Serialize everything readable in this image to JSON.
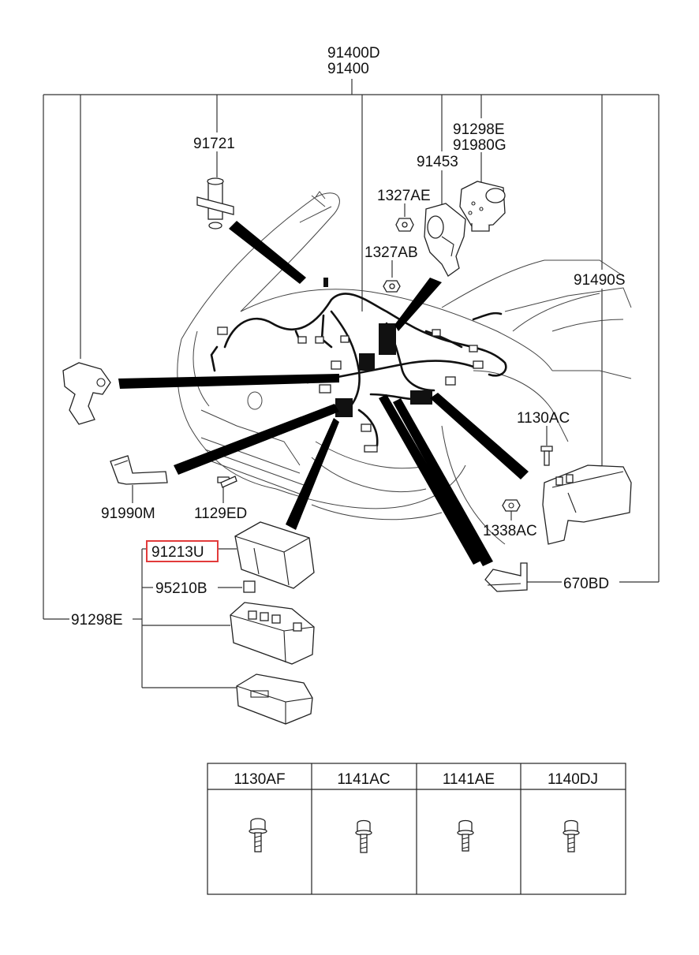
{
  "labels": {
    "p91400d": "91400D",
    "p91400": "91400",
    "p91721": "91721",
    "p91298e_top": "91298E",
    "p91980g": "91980G",
    "p91453": "91453",
    "p1327ae": "1327AE",
    "p1327ab": "1327AB",
    "p91490s": "91490S",
    "p1130ac": "1130AC",
    "p91990m": "91990M",
    "p1129ed": "1129ED",
    "p1338ac": "1338AC",
    "p91213u": "91213U",
    "p95210b": "95210B",
    "p91298e_left": "91298E",
    "p670bd": "670BD"
  },
  "fastener_table": {
    "headers": [
      "1130AF",
      "1141AC",
      "1141AE",
      "1140DJ"
    ]
  },
  "highlight_color": "#e23b3b"
}
